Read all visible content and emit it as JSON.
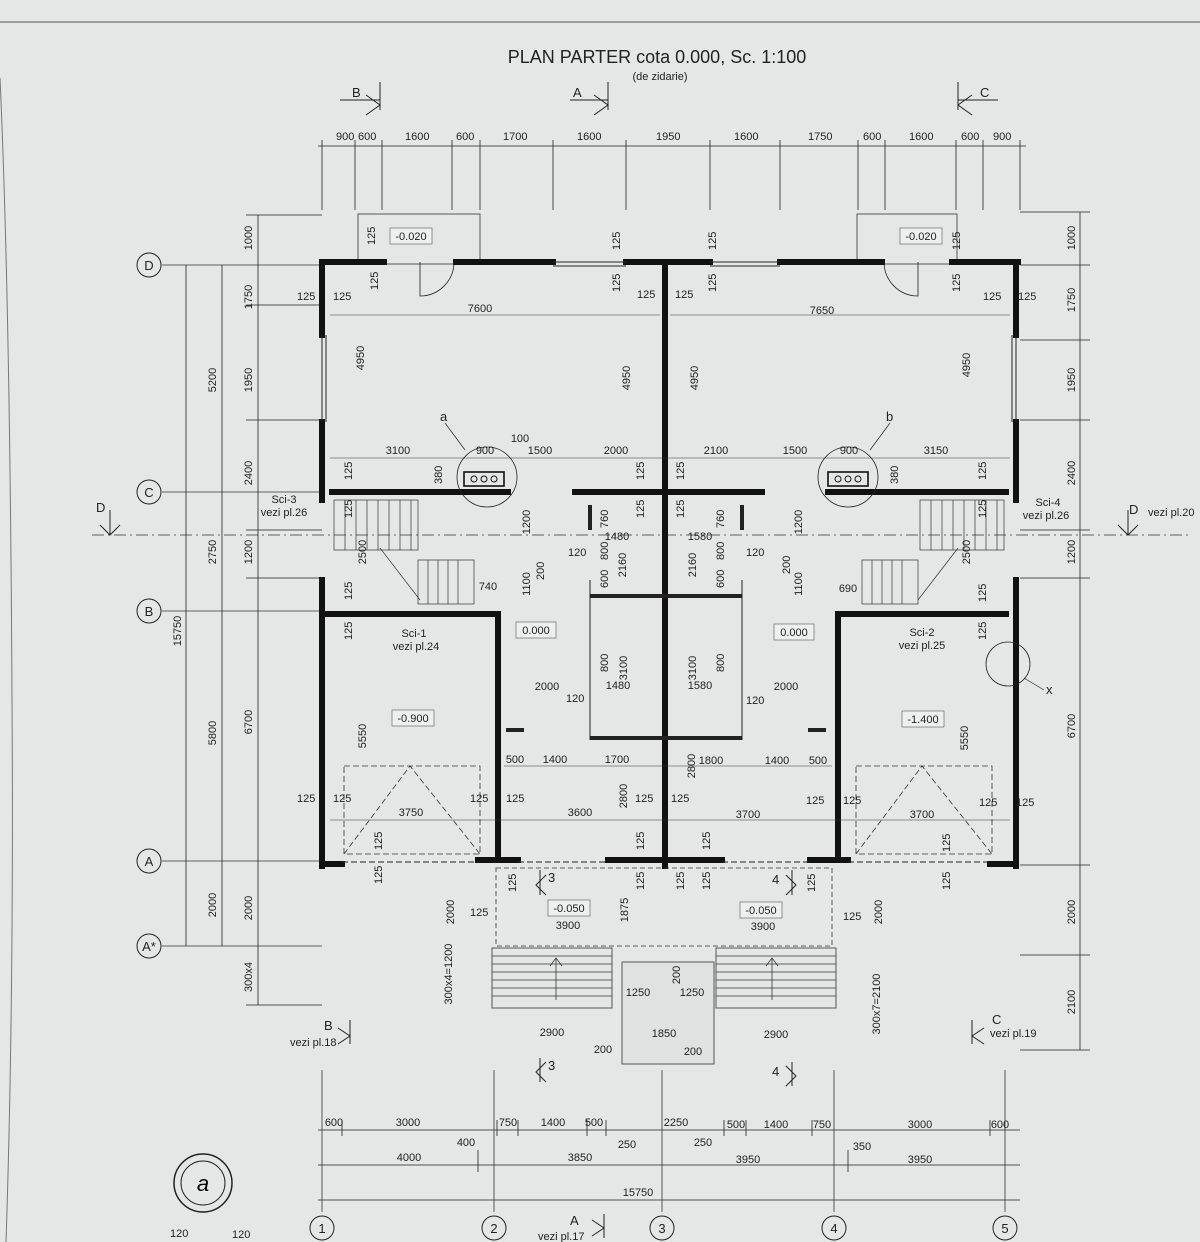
{
  "title": "PLAN PARTER cota 0.000, Sc. 1:100",
  "subtitle": "(de zidarie)",
  "detail_letter": "a",
  "section_marks": {
    "A": "A",
    "B": "B",
    "C": "C",
    "D": "D",
    "s3": "3",
    "s4": "4",
    "x": "x",
    "a": "a",
    "b": "b"
  },
  "grid_rows": [
    "D",
    "C",
    "B",
    "A",
    "A*"
  ],
  "grid_cols": [
    "1",
    "2",
    "3",
    "4",
    "5"
  ],
  "top_dims": [
    "900",
    "600",
    "1600",
    "600",
    "1700",
    "1600",
    "1950",
    "1600",
    "1750",
    "600",
    "1600",
    "600",
    "900"
  ],
  "bottom_dims_1": [
    "600",
    "3000",
    "750",
    "1400",
    "500",
    "2250",
    "500",
    "1400",
    "750",
    "3000",
    "600"
  ],
  "bottom_dims_2": [
    "400",
    "250",
    "250",
    "350"
  ],
  "bottom_dims_3": [
    "4000",
    "3850",
    "3950",
    "3950"
  ],
  "bottom_total": "15750",
  "left_dims_outer": [
    "1000",
    "1750",
    "1950",
    "2400",
    "1200",
    "6700",
    "2000",
    "300x4"
  ],
  "left_dims_mid": [
    "5200",
    "2750",
    "5800",
    "2000"
  ],
  "left_total": "15750",
  "right_dims": [
    "1000",
    "1750",
    "1950",
    "2400",
    "1200",
    "6700",
    "2000",
    "2100"
  ],
  "levels": [
    "-0.020",
    "-0.020",
    "0.000",
    "0.000",
    "-0.900",
    "-1.400",
    "-0.050",
    "-0.050"
  ],
  "stairs": {
    "sci1": "Sci-1",
    "sci1_ref": "vezi pl.24",
    "sci2": "Sci-2",
    "sci2_ref": "vezi pl.25",
    "sci3": "Sci-3",
    "sci3_ref": "vezi pl.26",
    "sci4": "Sci-4",
    "sci4_ref": "vezi pl.26"
  },
  "refs": {
    "d_right": "vezi pl.20",
    "b_bottom": "vezi pl.18",
    "c_bottom": "vezi pl.19",
    "a_bottom": "vezi pl.17"
  },
  "inner_dims": {
    "d7600": "7600",
    "d7650": "7650",
    "d4950a": "4950",
    "d4950b": "4950",
    "d4950c": "4950",
    "d4950d": "4950",
    "d3100": "3100",
    "d900a": "900",
    "d100": "100",
    "d1500a": "1500",
    "d2000a": "2000",
    "d2100": "2100",
    "d1500b": "1500",
    "d900b": "900",
    "d3150": "3150",
    "d2500a": "2500",
    "d2500b": "2500",
    "d1200a": "1200",
    "d1200b": "1200",
    "d740": "740",
    "d690": "690",
    "d1100a": "1100",
    "d1100b": "1100",
    "d1480a": "1480",
    "d1580a": "1580",
    "d1480b": "1480",
    "d1580b": "1580",
    "d2160a": "2160",
    "d2160b": "2160",
    "d3100a": "3100",
    "d3100b": "3100",
    "d2000b": "2000",
    "d2000c": "2000",
    "d5550a": "5550",
    "d5550b": "5550",
    "d500a": "500",
    "d1400a": "1400",
    "d1700": "1700",
    "d1800": "1800",
    "d1400b": "1400",
    "d500b": "500",
    "d3750": "3750",
    "d3600": "3600",
    "d3700a": "3700",
    "d3700b": "3700",
    "d2800a": "2800",
    "d2800b": "2800",
    "d3900a": "3900",
    "d3900b": "3900",
    "d1875": "1875",
    "d2900a": "2900",
    "d2900b": "2900",
    "d1850": "1850",
    "d1250a": "1250",
    "d1250b": "1250",
    "d200": "200",
    "d300x4": "300x4=1200",
    "d300x7": "300x7=2100",
    "d2000d": "2000",
    "d2000e": "2000"
  },
  "small_125": "125",
  "small_120": "120",
  "small_760": "760",
  "small_800": "800",
  "small_600": "600",
  "small_380": "380",
  "small_200": "200",
  "corner_left": [
    "120",
    "120"
  ]
}
